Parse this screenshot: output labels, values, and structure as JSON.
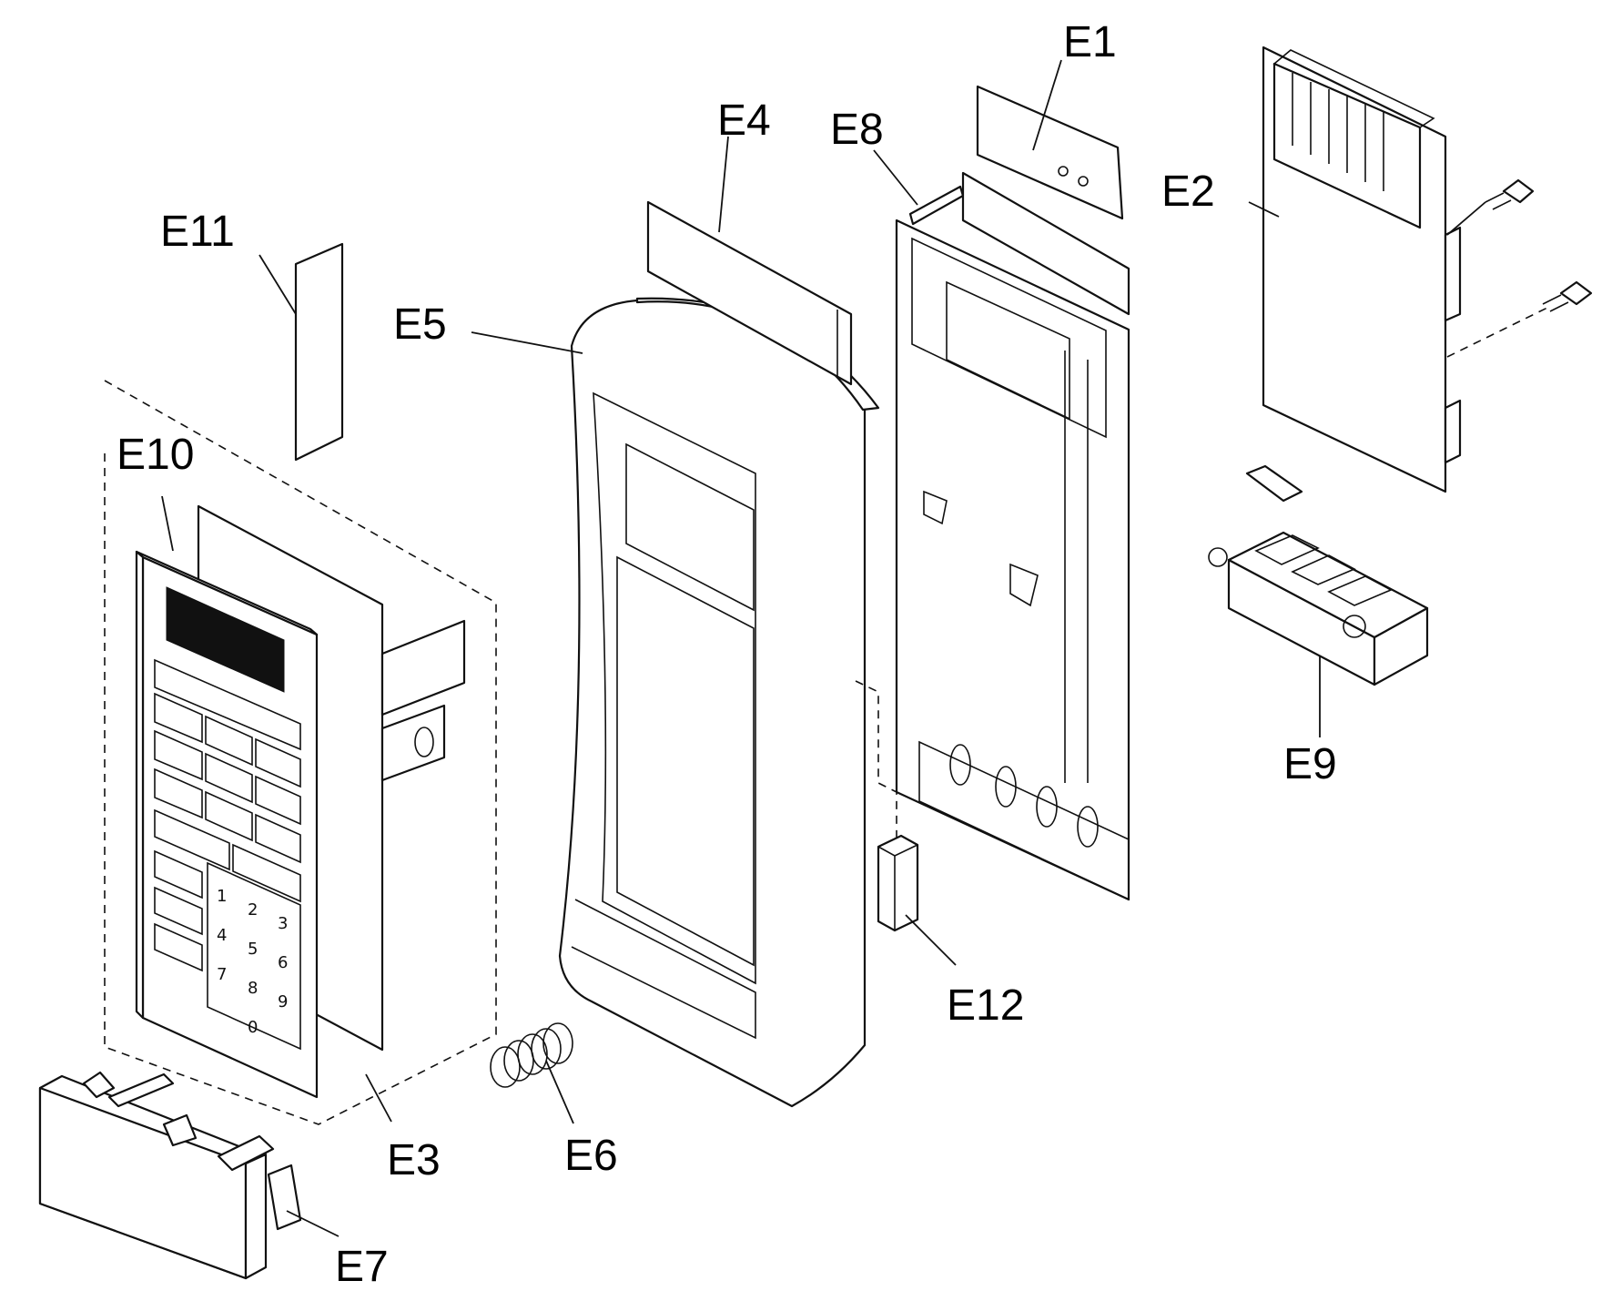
{
  "diagram": {
    "labels": {
      "e1": "E1",
      "e2": "E2",
      "e3": "E3",
      "e4": "E4",
      "e5": "E5",
      "e6": "E6",
      "e7": "E7",
      "e8": "E8",
      "e9": "E9",
      "e10": "E10",
      "e11": "E11",
      "e12": "E12"
    },
    "keypad_digits": [
      "1",
      "2",
      "3",
      "4",
      "5",
      "6",
      "7",
      "8",
      "9",
      "0"
    ],
    "line_color": "#111111",
    "background": "#ffffff"
  }
}
